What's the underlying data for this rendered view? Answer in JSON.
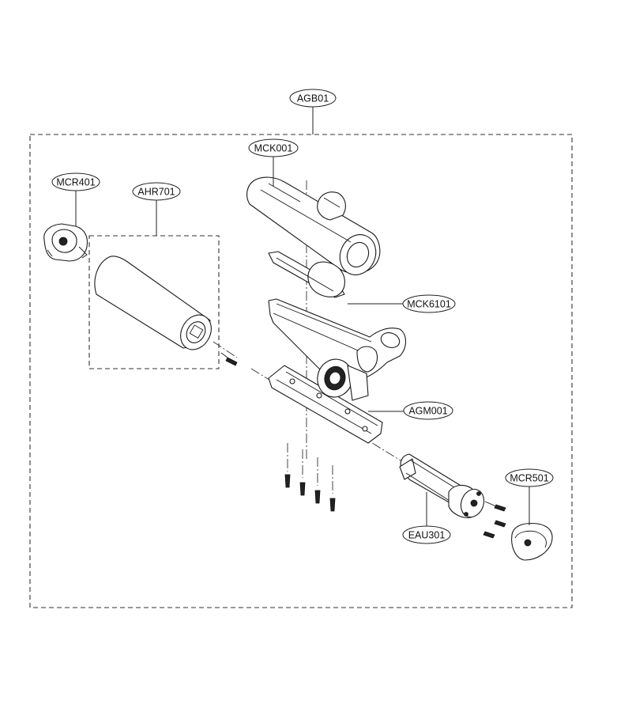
{
  "labels": {
    "assembly": "AGB01",
    "side_cap_left": "MCR401",
    "roller": "AHR701",
    "upper_case": "MCK001",
    "case_part": "MCK6101",
    "lower_case": "AGM001",
    "motor": "EAU301",
    "side_cap_right": "MCR501"
  },
  "colors": {
    "line": "#1a1a1a",
    "background": "#ffffff"
  }
}
